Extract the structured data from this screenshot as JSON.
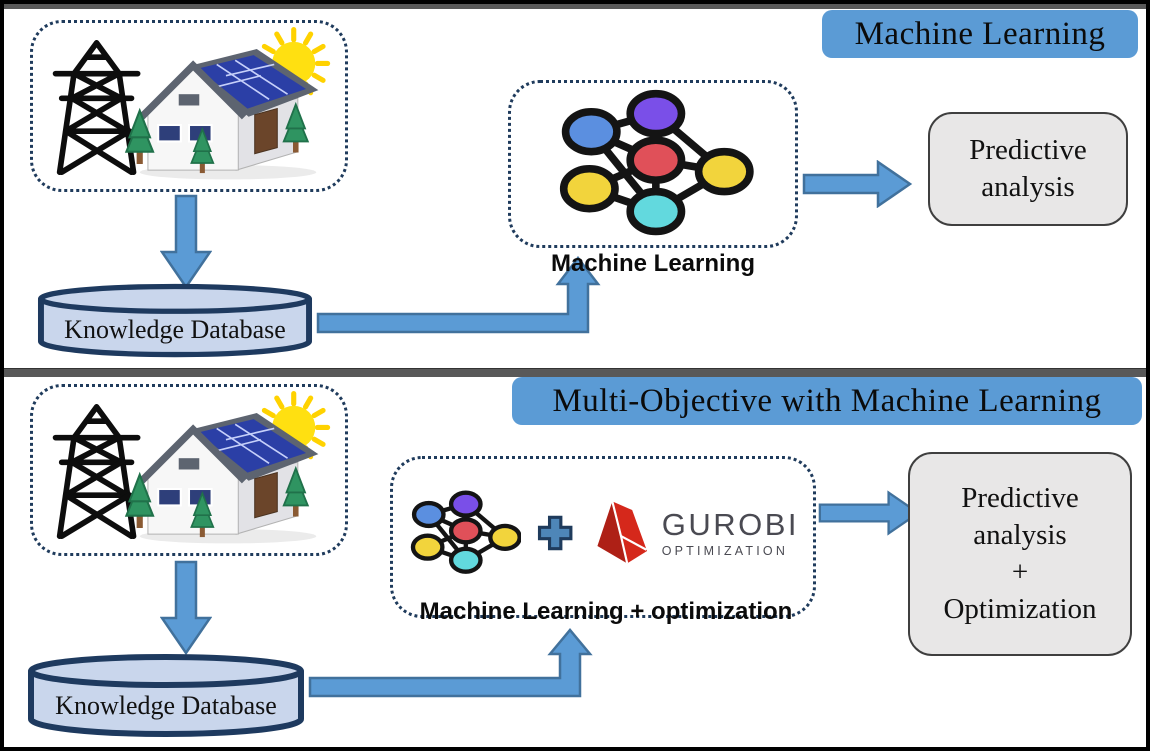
{
  "colors": {
    "accent_blue": "#5B9BD5",
    "arrow_fill": "#5B9BD5",
    "arrow_stroke": "#41719C",
    "dotted_border": "#1F3B5C",
    "cylinder_fill": "#C9D6EC",
    "cylinder_stroke": "#1E3A5F",
    "output_box_fill": "#E8E7E7",
    "output_box_stroke": "#3F3F3F",
    "divider_gray": "#595959",
    "gurobi_red": "#D5281B",
    "gurobi_text": "#4A4A52",
    "node_blue": "#5B8FE0",
    "node_purple": "#7A4FE8",
    "node_red": "#E05059",
    "node_yellow": "#F2D43C",
    "node_cyan": "#62D9DE",
    "plus_fill": "#4E86B8",
    "plus_stroke": "#1F3B5C"
  },
  "icons": [
    "energy-scene-icon",
    "neural-network-icon",
    "database-cylinder-icon",
    "gurobi-prism-icon",
    "plus-icon",
    "down-arrow-icon",
    "elbow-arrow-icon",
    "right-arrow-icon"
  ],
  "panel_ml": {
    "title": "Machine Learning",
    "database_label": "Knowledge Database",
    "ml_box_label": "Machine Learning",
    "output_lines": [
      "Predictive",
      "analysis"
    ]
  },
  "panel_mo": {
    "title": "Multi-Objective with Machine Learning",
    "database_label": "Knowledge Database",
    "ml_box_label": "Machine Learning + optimization",
    "plus_symbol": "+",
    "gurobi_name": "GUROBI",
    "gurobi_sub": "OPTIMIZATION",
    "output_lines": [
      "Predictive",
      "analysis",
      "+",
      "Optimization"
    ]
  }
}
